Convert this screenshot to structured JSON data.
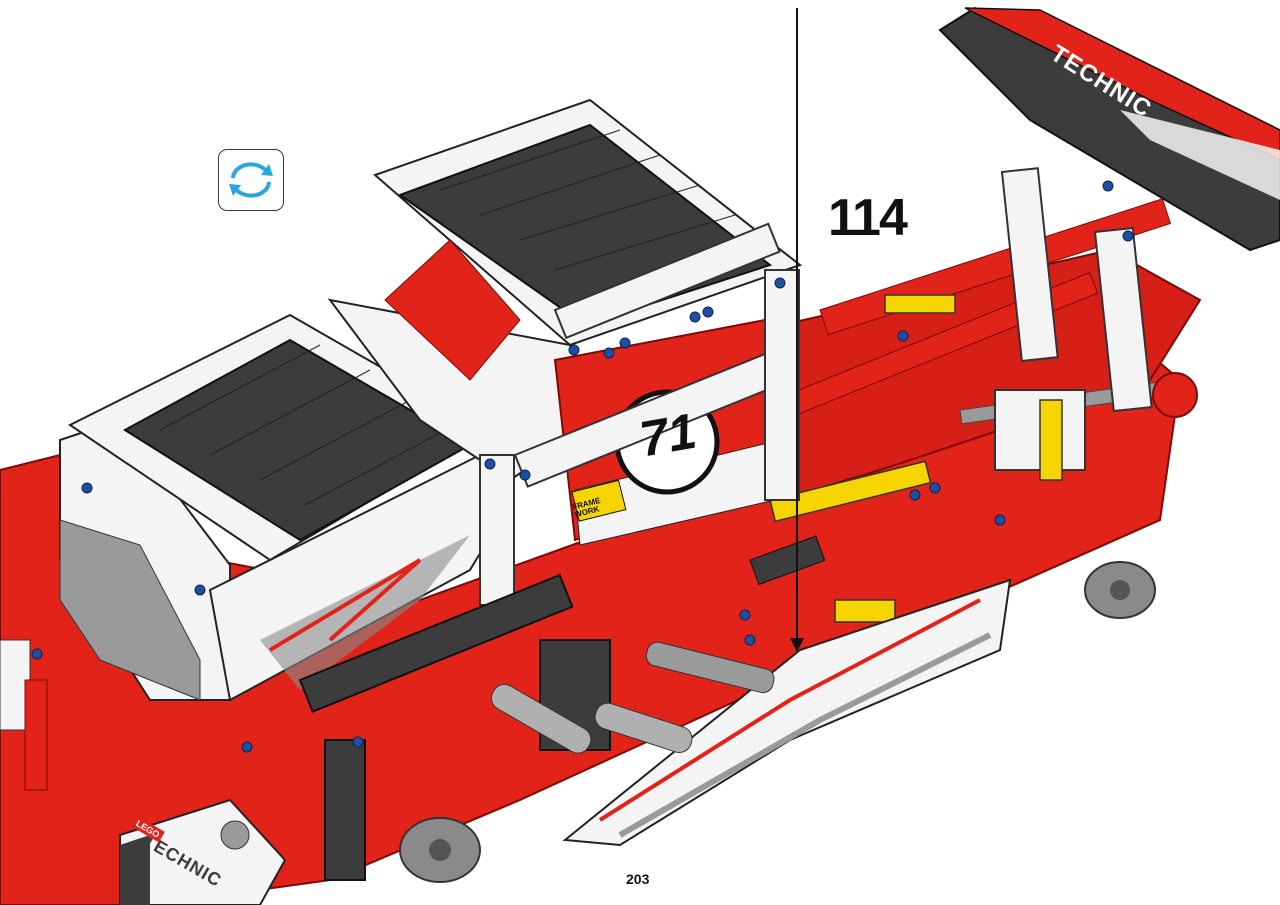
{
  "step": {
    "number": "114"
  },
  "page": {
    "number": "203"
  },
  "model_decals": {
    "race_number": "71",
    "brand_text": "TECHNIC",
    "logo_text": "LEGO",
    "sticker_text": "FRAME WORK"
  },
  "icons": {
    "rotate": "rotate-model-icon"
  },
  "colors": {
    "body_red": "#e2231a",
    "panel_dark": "#3c3c3c",
    "panel_white": "#f4f4f4",
    "accent_yellow": "#f6d400",
    "pin_blue": "#1f4fa0",
    "rotate_arrows": "#2aa6df",
    "gray_part": "#9a9a9a"
  }
}
